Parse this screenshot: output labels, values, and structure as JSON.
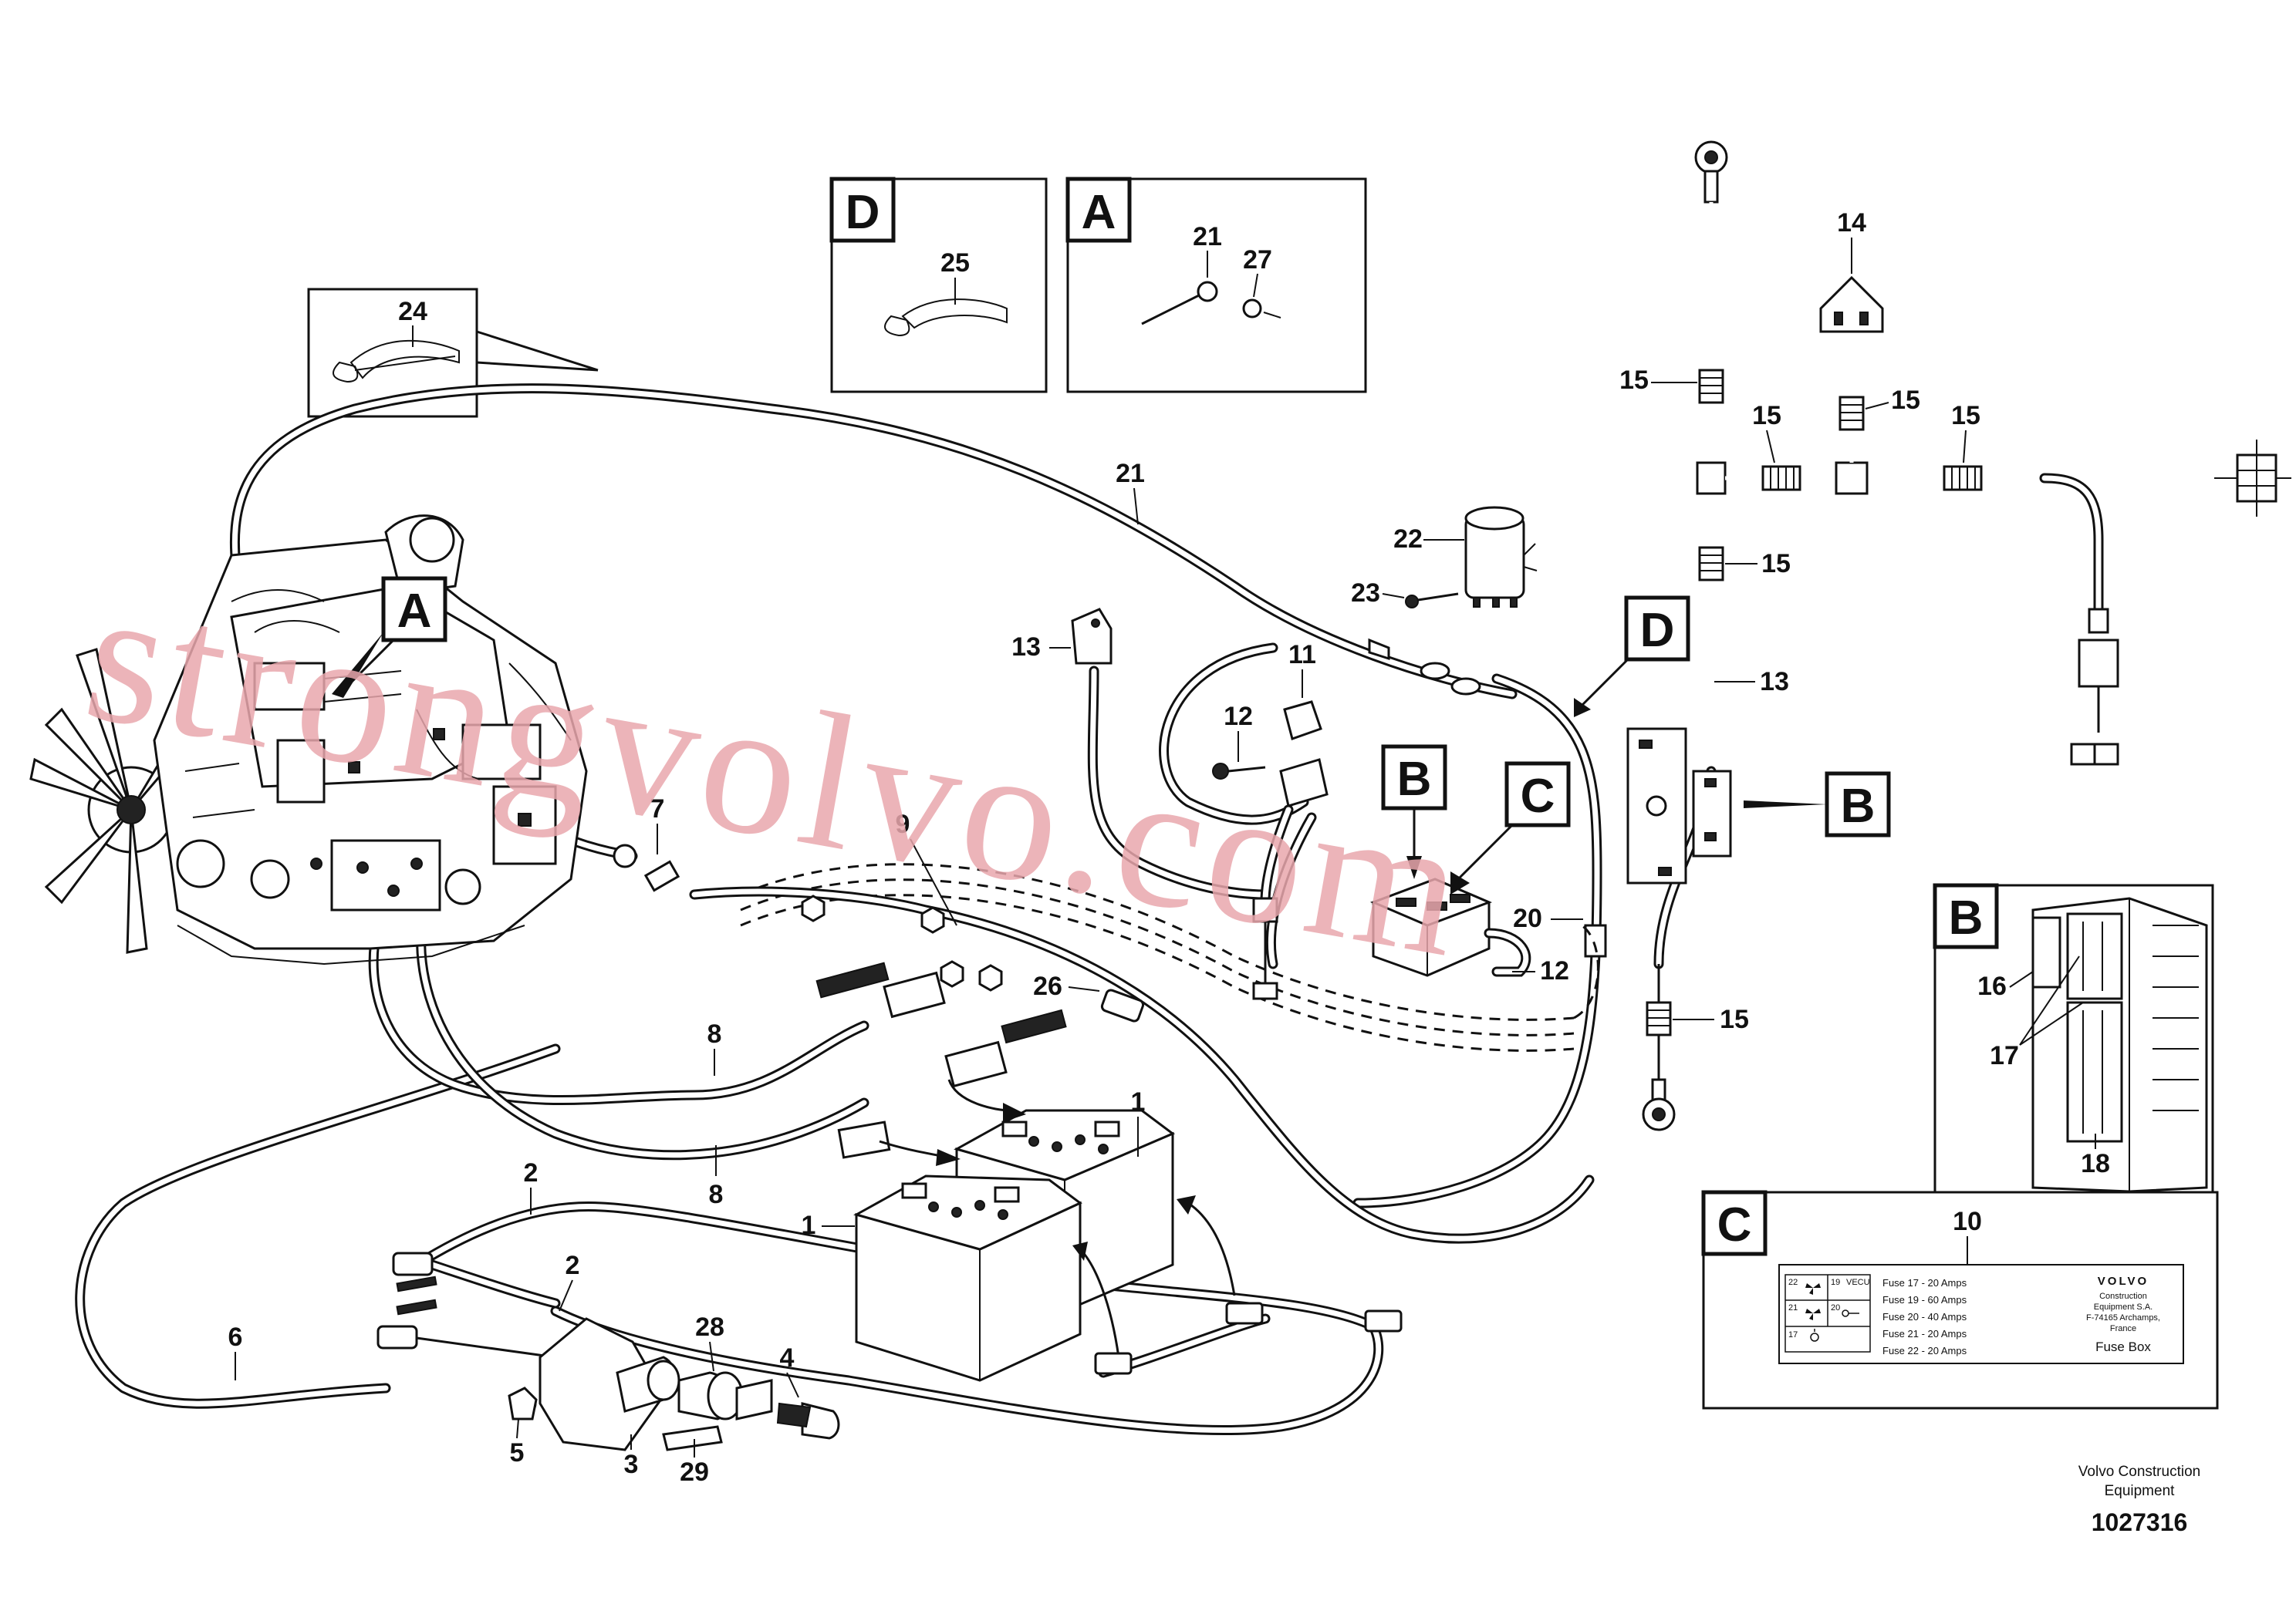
{
  "detail_boxes": {
    "D": {
      "letter": "D",
      "item": "25"
    },
    "A": {
      "letter": "A",
      "items": [
        "21",
        "27"
      ]
    },
    "B": {
      "letter": "B",
      "items": [
        "16",
        "17",
        "18"
      ]
    },
    "C": {
      "letter": "C",
      "item": "10"
    },
    "tie": {
      "item": "24"
    }
  },
  "markers": {
    "A": "A",
    "B": "B",
    "C": "C",
    "D": "D",
    "B_harness": "B"
  },
  "callouts": {
    "c1a": "1",
    "c1b": "1",
    "c2a": "2",
    "c2b": "2",
    "c3": "3",
    "c4": "4",
    "c5": "5",
    "c6": "6",
    "c7": "7",
    "c8a": "8",
    "c8b": "8",
    "c9": "9",
    "c11": "11",
    "c12a": "12",
    "c12b": "12",
    "c13a": "13",
    "c13b": "13",
    "c14": "14",
    "c15a": "15",
    "c15b": "15",
    "c15c": "15",
    "c15d": "15",
    "c15e": "15",
    "c15f": "15",
    "c20": "20",
    "c21": "21",
    "c22": "22",
    "c23": "23",
    "c26": "26",
    "c28": "28",
    "c29": "29"
  },
  "fuse_label": {
    "slots": {
      "s22": "22",
      "s21": "21",
      "s17": "17",
      "s19": "19",
      "s20": "20"
    },
    "brand_small": "VECU",
    "fuses": [
      "Fuse 17 - 20 Amps",
      "Fuse 19 - 60 Amps",
      "Fuse 20 - 40 Amps",
      "Fuse 21 - 20 Amps",
      "Fuse 22 - 20 Amps"
    ],
    "brand": "VOLVO",
    "company": [
      "Construction",
      "Equipment S.A.",
      "F-74165 Archamps,",
      "France"
    ],
    "title": "Fuse Box"
  },
  "footer": {
    "line1": "Volvo Construction",
    "line2": "Equipment",
    "docnum": "1027316"
  },
  "watermark": "strongvolvo.com"
}
